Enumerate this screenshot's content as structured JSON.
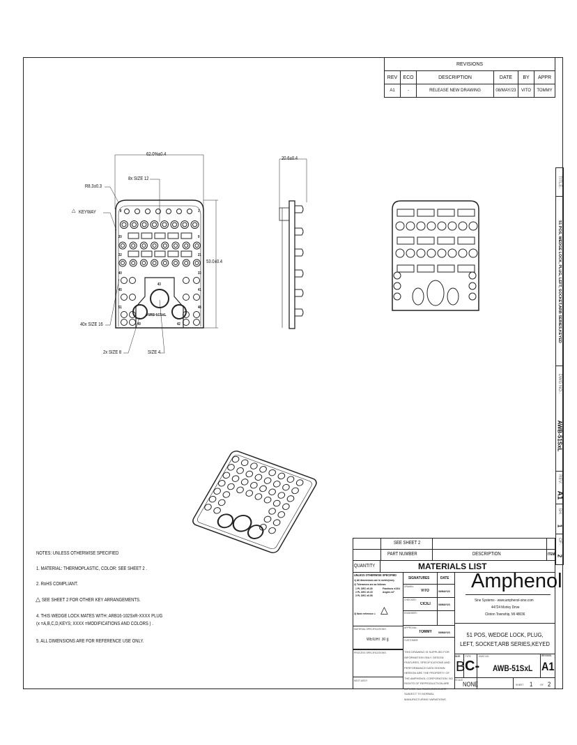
{
  "revisions": {
    "title": "REVISIONS",
    "headers": [
      "REV",
      "ECO",
      "DESCRIPTION",
      "DATE",
      "BY",
      "APPR"
    ],
    "rows": [
      [
        "A1",
        "-",
        "RELEASE NEW DRAWING",
        "08/MAY/23",
        "VITO",
        "TOMMY"
      ]
    ]
  },
  "views": {
    "front": {
      "dim_width": "62.0%±0.4",
      "dim_height": "53.0±0.4",
      "radius": "R8.3±0.3",
      "keyway": "KEYWAY",
      "keyway_flag": "3",
      "size12": "8x SIZE 12",
      "size16": "40x SIZE 16",
      "size8": "2x SIZE 8",
      "size4": "SIZE 4",
      "pins": [
        "8",
        "1",
        "20",
        "9",
        "32",
        "21",
        "40",
        "33",
        "45",
        "41",
        "51",
        "48",
        "43",
        "49",
        "42"
      ],
      "marking": "AWB-51SxL"
    },
    "side": {
      "dim_depth": "20.6±0.4"
    }
  },
  "notes": {
    "title": "NOTES: UNLESS OTHERWISE SPECIFIED",
    "items": [
      "1. MATERIAL: THERMOPLASTIC, COLOR: SEE SHEET 2 .",
      "2. RoHS COMPLIANT.",
      "SEE SHEET 2 FOR OTHER KEY ARRANGEMENTS.",
      "4. THIS WEDGE LOCK MATES WITH: ARB16-102SxR-XXXX  PLUG",
      " (x =A,B,C,D,KEYS; XXXX =MODIFICATIONS AND COLORS ) .",
      "5. ALL DIMENSIONS ARE FOR REFERENCE USE ONLY."
    ],
    "flag": "3"
  },
  "materials": {
    "see_sheet": "SEE SHEET 2",
    "part_number": "PART NUMBER",
    "description": "DESCRIPTION",
    "item": "ITEM",
    "quantity": "QUANTITY",
    "title": "MATERIALS LIST"
  },
  "title_block": {
    "tolerances": {
      "header": "UNLESS OTHERWISE SPECIFIED",
      "l1": "1) All dimensions are in metric(mm).",
      "l2": "2) Tolerances are as follows:",
      "l3": "1 PL DEC ±0.30",
      "l4": "2 PL DEC ±0.15",
      "l5": "3 PL DEC ±0.05",
      "fractions": "Fractions ±1/64",
      "angles": "Angles ±2°",
      "note_ref": "3) Note reference ="
    },
    "signatures": "SIGNATURES",
    "date": "DATE",
    "drawn_label": "DRAWN:",
    "drawn": "VITO",
    "drawn_date": "08/MAY/23",
    "checked_label": "CHECKED:",
    "checked": "CICILI",
    "checked_date": "08/MAY/23",
    "engineer_label": "ENGINEER:",
    "approval_label": "APPROVAL:",
    "approval": "TOMMY",
    "approval_date": "08/MAY/23",
    "customer_label": "CUSTOMER:",
    "material_spec_label": "MATERIAL SPECIFICATIONS:",
    "weight": "WEIGHT 30 g",
    "process_spec_label": "PROCESS SPECIFICATIONS:",
    "next_assy_label": "NEXT ASSY:",
    "disclaimer": "THIS DRAWING IS SUPPLIED FOR INFORMATION ONLY. DESIGN FEATURES, SPECIFICATIONS AND PERFORMANCE DATA SHOWN HEREON ARE THE PROPERTY OF THE AMPHENOL CORPORATION. NO RIGHTS OF REPRODUCTION ARE IMPLIED. ALL DIMENSIONS ARE SUBJECT TO NORMAL MANUFACTURING VARIATIONS.",
    "company": "Amphenol",
    "addr1": "Sine Systems - www.amphenol-sine.com",
    "addr2": "44724 Morley Drive",
    "addr3": "Clinton Township, MI 48036",
    "title1": "51 POS, WEDGE LOCK, PLUG,",
    "title2": "LEFT, SOCKET,ARB SERIES,KEYED",
    "size_label": "SIZE",
    "size": "B",
    "type_label": "TYPE",
    "type": "C-",
    "dwg_label": "DWG NO.",
    "dwg": "AWB-51SxL",
    "rev_label": "REVISION",
    "rev": "A1",
    "scale_label": "SCALE",
    "scale": "NONE",
    "sheet_label": "SHEET",
    "sheet": "1",
    "of_label": "OF",
    "of": "2"
  },
  "side_strip": {
    "title_label": "TITLE:",
    "title": "51 POS, WEDGE LOCK, PLUG, LEFT, SOCKET,ARB SERIES,KEYED",
    "dwg_label": "DWG NO.:",
    "dwg": "AWB-51SxL",
    "rev_label": "REV:",
    "rev": "A1",
    "sh_label": "SH:",
    "sh": "1",
    "of_label": "OF:",
    "of": "2"
  }
}
